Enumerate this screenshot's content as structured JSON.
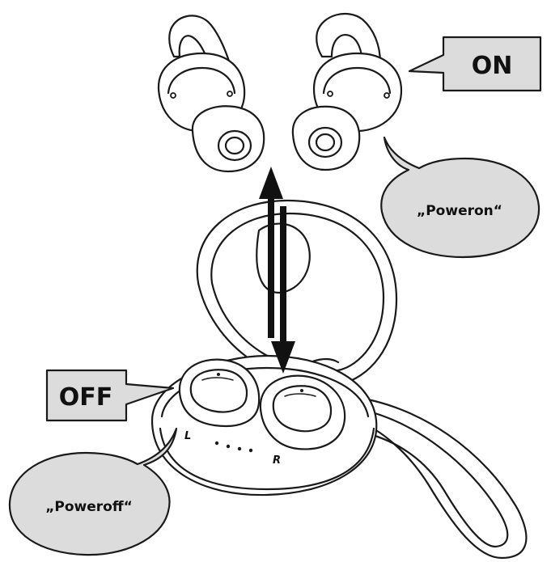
{
  "diagram": {
    "labels": {
      "on_tag": "ON",
      "off_tag": "OFF",
      "power_on_bubble": "„Poweron“",
      "power_off_bubble": "„Poweroff“",
      "case_left_mark": "L",
      "case_right_mark": "R"
    },
    "colors": {
      "ink": "#1a1a1a",
      "bubble_fill": "#dcdcdc",
      "tag_fill": "#dcdcdc",
      "background": "#ffffff"
    },
    "icons": [
      "earbud-left-icon",
      "earbud-right-icon",
      "charging-case-icon",
      "up-arrow-icon",
      "down-arrow-icon"
    ]
  }
}
